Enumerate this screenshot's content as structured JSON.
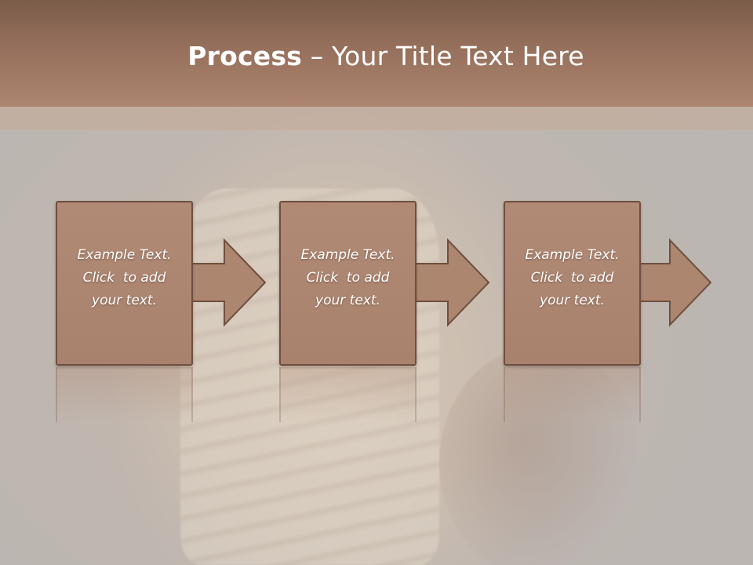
{
  "title": {
    "bold": "Process",
    "rest": " – Your Title Text Here"
  },
  "steps": [
    {
      "lines": [
        "Example Text.",
        "Click  to add",
        "your text."
      ]
    },
    {
      "lines": [
        "Example Text.",
        "Click  to add",
        "your text."
      ]
    },
    {
      "lines": [
        "Example Text.",
        "Click  to add",
        "your text."
      ]
    }
  ],
  "colors": {
    "header": "#96705c",
    "box_fill": "#ad866f",
    "box_border": "#6f4f3f",
    "text": "#ffffff"
  },
  "icons": [
    "right-arrow-icon"
  ]
}
